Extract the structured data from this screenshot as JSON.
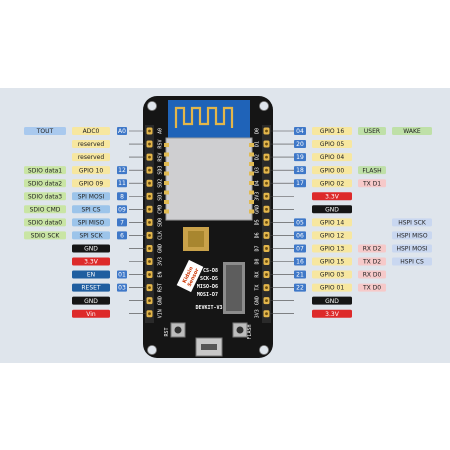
{
  "colors": {
    "background": "#dfe5ec",
    "board": "#151515",
    "antenna_pcb": "#1f63b8",
    "module_shield": "#cfcfd1",
    "header": "#e3b64b",
    "pad": "#e0bb55",
    "gpio": "#f7e7a0",
    "pin_number": "#3f78c8",
    "pin_left_dark": "#1f5ea0",
    "sdio": "#c9e5a4",
    "spi": "#9cc4ea",
    "user_wake": "#bfe0a8",
    "uart": "#f6c9c9",
    "hspi": "#c9d7f0",
    "ground": "#151515",
    "power": "#dd2a2a",
    "text_dark": "#222222",
    "text_light": "#ffffff"
  },
  "left": {
    "extra": [
      {
        "text": "TOUT",
        "color": "#a9c9ee",
        "icon": ""
      },
      {
        "text": "",
        "color": "",
        "icon": ""
      },
      {
        "text": "",
        "color": "",
        "icon": ""
      },
      {
        "text": "SDIO data1",
        "color": "#c9e5a4",
        "icon": ""
      },
      {
        "text": "SDIO data2",
        "color": "#c9e5a4",
        "icon": ""
      },
      {
        "text": "SDIO data3",
        "color": "#c9e5a4",
        "icon": ""
      },
      {
        "text": "SDIO CMD",
        "color": "#c9e5a4",
        "icon": ""
      },
      {
        "text": "SDIO data0",
        "color": "#c9e5a4",
        "icon": ""
      },
      {
        "text": "SDIO SCK",
        "color": "#c9e5a4",
        "icon": ""
      },
      {
        "text": "",
        "color": "",
        "icon": ""
      },
      {
        "text": "",
        "color": "",
        "icon": ""
      },
      {
        "text": "",
        "color": "",
        "icon": ""
      },
      {
        "text": "",
        "color": "",
        "icon": ""
      },
      {
        "text": "",
        "color": "",
        "icon": ""
      },
      {
        "text": "",
        "color": "",
        "icon": ""
      }
    ],
    "mid": [
      {
        "text": "ADC0",
        "kind": "gpio"
      },
      {
        "text": "reserved",
        "kind": "gpio"
      },
      {
        "text": "reserved",
        "kind": "gpio"
      },
      {
        "text": "GPIO 10",
        "kind": "gpio"
      },
      {
        "text": "GPIO 09",
        "kind": "gpio"
      },
      {
        "text": "SPI MOSI",
        "kind": "spi"
      },
      {
        "text": "SPI CS",
        "kind": "spi"
      },
      {
        "text": "SPI MISO",
        "kind": "spi"
      },
      {
        "text": "SPI SCK",
        "kind": "spi"
      },
      {
        "text": "GND",
        "kind": "ground"
      },
      {
        "text": "3.3V",
        "kind": "power"
      },
      {
        "text": "EN",
        "kind": "pin"
      },
      {
        "text": "RESET",
        "kind": "pin"
      },
      {
        "text": "GND",
        "kind": "ground"
      },
      {
        "text": "Vin",
        "kind": "power"
      }
    ],
    "num": [
      "A0",
      "",
      "",
      "12",
      "11",
      "8",
      "09",
      "7",
      "6",
      "",
      "",
      "01",
      "03",
      "",
      ""
    ],
    "silk": [
      "A0",
      "RSV",
      "RSV",
      "SD3",
      "SD2",
      "SD1",
      "CMD",
      "SD0",
      "CLK",
      "GND",
      "3V3",
      "EN",
      "RST",
      "GND",
      "VIN"
    ]
  },
  "right": {
    "num": [
      "04",
      "20",
      "19",
      "18",
      "17",
      "",
      "",
      "05",
      "06",
      "07",
      "16",
      "21",
      "22",
      "",
      ""
    ],
    "gpio": [
      {
        "text": "GPIO 16",
        "kind": "gpio"
      },
      {
        "text": "GPIO 05",
        "kind": "gpio"
      },
      {
        "text": "GPIO 04",
        "kind": "gpio"
      },
      {
        "text": "GPIO 00",
        "kind": "gpio"
      },
      {
        "text": "GPIO 02",
        "kind": "gpio"
      },
      {
        "text": "3.3V",
        "kind": "power"
      },
      {
        "text": "GND",
        "kind": "ground"
      },
      {
        "text": "GPIO 14",
        "kind": "gpio"
      },
      {
        "text": "GPIO 12",
        "kind": "gpio"
      },
      {
        "text": "GPIO 13",
        "kind": "gpio"
      },
      {
        "text": "GPIO 15",
        "kind": "gpio"
      },
      {
        "text": "GPIO 03",
        "kind": "gpio"
      },
      {
        "text": "GPIO 01",
        "kind": "gpio"
      },
      {
        "text": "GND",
        "kind": "ground"
      },
      {
        "text": "3.3V",
        "kind": "power"
      }
    ],
    "func": [
      {
        "text": "USER",
        "kind": "user"
      },
      {
        "text": "",
        "kind": ""
      },
      {
        "text": "",
        "kind": ""
      },
      {
        "text": "FLASH",
        "kind": "user"
      },
      {
        "text": "TX D1",
        "kind": "uart"
      },
      {
        "text": "",
        "kind": ""
      },
      {
        "text": "",
        "kind": ""
      },
      {
        "text": "",
        "kind": ""
      },
      {
        "text": "",
        "kind": ""
      },
      {
        "text": "RX D2",
        "kind": "uart"
      },
      {
        "text": "TX D2",
        "kind": "uart"
      },
      {
        "text": "RX D0",
        "kind": "uart"
      },
      {
        "text": "TX D0",
        "kind": "uart"
      },
      {
        "text": "",
        "kind": ""
      },
      {
        "text": "",
        "kind": ""
      }
    ],
    "extra": [
      {
        "text": "WAKE",
        "kind": "user"
      },
      {
        "text": "",
        "kind": ""
      },
      {
        "text": "",
        "kind": ""
      },
      {
        "text": "",
        "kind": ""
      },
      {
        "text": "",
        "kind": ""
      },
      {
        "text": "",
        "kind": ""
      },
      {
        "text": "",
        "kind": ""
      },
      {
        "text": "HSPI SCK",
        "kind": "hspi"
      },
      {
        "text": "HSPI MISO",
        "kind": "hspi"
      },
      {
        "text": "HSPI MOSI",
        "kind": "hspi"
      },
      {
        "text": "HSPI CS",
        "kind": "hspi"
      },
      {
        "text": "",
        "kind": ""
      },
      {
        "text": "",
        "kind": ""
      },
      {
        "text": "",
        "kind": ""
      },
      {
        "text": "",
        "kind": ""
      }
    ],
    "silk": [
      "D0",
      "D1",
      "D2",
      "D3",
      "D4",
      "3V3",
      "GND",
      "D5",
      "D6",
      "D7",
      "D8",
      "RX",
      "TX",
      "GND",
      "3V3"
    ]
  },
  "board": {
    "center_lines": [
      "CS-D8",
      "SCK-D5",
      "MISO-D6",
      "MOSI-D7"
    ],
    "model_label": "DEVKIT-V3",
    "side_stamp": [
      "Kidsin",
      "Sensor"
    ],
    "rst_label": "RST",
    "flash_label": "FLASH"
  }
}
